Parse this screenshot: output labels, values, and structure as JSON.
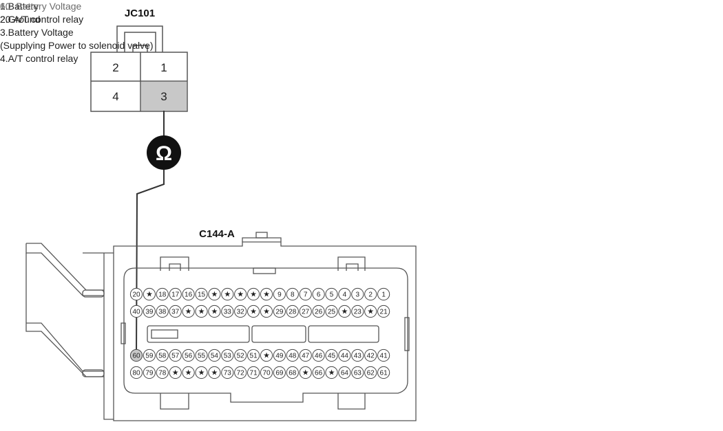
{
  "connectors": {
    "jc101": {
      "title": "JC101",
      "cells": [
        {
          "label": "2",
          "highlight": false
        },
        {
          "label": "1",
          "highlight": false
        },
        {
          "label": "4",
          "highlight": false
        },
        {
          "label": "3",
          "highlight": true
        }
      ],
      "legend": [
        "1.Battery",
        "2.Ground",
        "3.Battery Voltage",
        "(Supplying Power to solenoid valve)",
        "4.A/T control relay"
      ]
    },
    "c144a": {
      "title": "C144-A",
      "rows": [
        [
          "20",
          "★",
          "18",
          "17",
          "16",
          "15",
          "★",
          "★",
          "★",
          "★",
          "★",
          "9",
          "8",
          "7",
          "6",
          "5",
          "4",
          "3",
          "2",
          "1"
        ],
        [
          "40",
          "39",
          "38",
          "37",
          "★",
          "★",
          "★",
          "33",
          "32",
          "★",
          "★",
          "29",
          "28",
          "27",
          "26",
          "25",
          "★",
          "23",
          "★",
          "21"
        ],
        [
          "60",
          "59",
          "58",
          "57",
          "56",
          "55",
          "54",
          "53",
          "52",
          "51",
          "★",
          "49",
          "48",
          "47",
          "46",
          "45",
          "44",
          "43",
          "42",
          "41"
        ],
        [
          "80",
          "79",
          "78",
          "★",
          "★",
          "★",
          "★",
          "73",
          "72",
          "71",
          "70",
          "69",
          "68",
          "★",
          "66",
          "★",
          "64",
          "63",
          "62",
          "61"
        ]
      ],
      "highlight_pin": "60",
      "legend": [
        "60. Battery Voltage",
        "20.A/T control relay"
      ]
    }
  },
  "meter": {
    "symbol": "Ω",
    "icon": "ohmmeter-icon"
  },
  "colors": {
    "highlight": "#c8c8c8",
    "meter_fill": "#111111",
    "outline": "#555555"
  }
}
